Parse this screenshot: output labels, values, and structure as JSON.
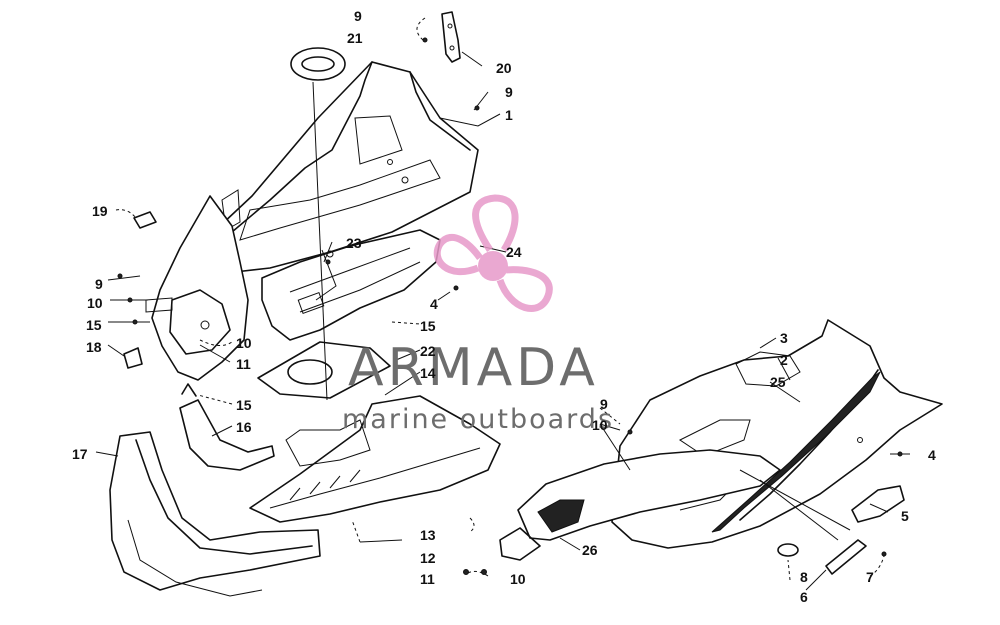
{
  "watermark": {
    "brand": "ARMADA",
    "tagline": "marine outboards",
    "logo_color": "#e79ac9",
    "text_color": "#6d6d6d"
  },
  "callouts": [
    {
      "id": "c9a",
      "label": "9"
    },
    {
      "id": "c21",
      "label": "21"
    },
    {
      "id": "c20",
      "label": "20"
    },
    {
      "id": "c9b",
      "label": "9"
    },
    {
      "id": "c1",
      "label": "1"
    },
    {
      "id": "c19",
      "label": "19"
    },
    {
      "id": "c23",
      "label": "23"
    },
    {
      "id": "c24",
      "label": "24"
    },
    {
      "id": "c9c",
      "label": "9"
    },
    {
      "id": "c10a",
      "label": "10"
    },
    {
      "id": "c4a",
      "label": "4"
    },
    {
      "id": "c15a",
      "label": "15"
    },
    {
      "id": "c15b",
      "label": "15"
    },
    {
      "id": "c10b",
      "label": "10"
    },
    {
      "id": "c18",
      "label": "18"
    },
    {
      "id": "c11a",
      "label": "11"
    },
    {
      "id": "c22",
      "label": "22"
    },
    {
      "id": "c14",
      "label": "14"
    },
    {
      "id": "c3",
      "label": "3"
    },
    {
      "id": "c2",
      "label": "2"
    },
    {
      "id": "c25",
      "label": "25"
    },
    {
      "id": "c15c",
      "label": "15"
    },
    {
      "id": "c16",
      "label": "16"
    },
    {
      "id": "c9d",
      "label": "9"
    },
    {
      "id": "c10c",
      "label": "10"
    },
    {
      "id": "c17",
      "label": "17"
    },
    {
      "id": "c4b",
      "label": "4"
    },
    {
      "id": "c5",
      "label": "5"
    },
    {
      "id": "c13",
      "label": "13"
    },
    {
      "id": "c26",
      "label": "26"
    },
    {
      "id": "c12",
      "label": "12"
    },
    {
      "id": "c11b",
      "label": "11"
    },
    {
      "id": "c10d",
      "label": "10"
    },
    {
      "id": "c8",
      "label": "8"
    },
    {
      "id": "c7",
      "label": "7"
    },
    {
      "id": "c6",
      "label": "6"
    }
  ]
}
